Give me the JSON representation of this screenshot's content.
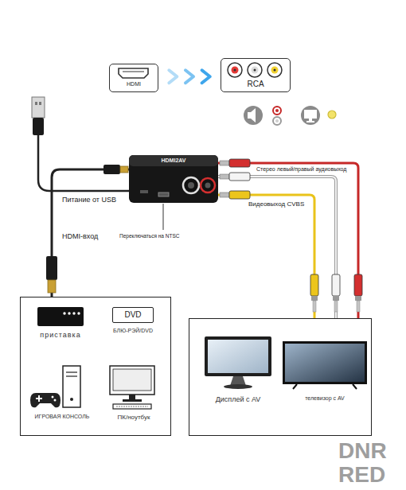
{
  "diagram": {
    "nodes": [
      {
        "text": [
          "HDMI"
        ]
      },
      {
        "text": [
          "RCA"
        ]
      },
      {
        "text": [
          "HDMI2AV"
        ]
      },
      {
        "text": []
      },
      {
        "text": [
          "приставка"
        ],
        "in": 3
      },
      {
        "text": [
          "DVD",
          "БЛЮ-РЭЙ/DVD"
        ],
        "in": 3
      },
      {
        "text": [
          "ИГРОВАЯ КОНСОЛЬ"
        ],
        "in": 3
      },
      {
        "text": [
          "ПК/ноутбук"
        ],
        "in": 3
      },
      {
        "text": []
      },
      {
        "text": [
          "Дисплей с AV"
        ],
        "in": 8
      },
      {
        "text": [
          "телевизор с AV"
        ],
        "in": 8
      }
    ],
    "edges": [
      {
        "from": 0,
        "to": 1,
        "arrow": "to"
      },
      {
        "from": 3,
        "to": 2,
        "arrow": "none"
      },
      {
        "from": 2,
        "to": 8,
        "arrow": "none"
      }
    ],
    "labels": [
      "Стерео левый/правый аудиовыход",
      "Видеовыход CVBS",
      "Питание от USB",
      "HDMI-вход",
      "Переключаться на NTSC",
      "DNR",
      "RED"
    ]
  }
}
